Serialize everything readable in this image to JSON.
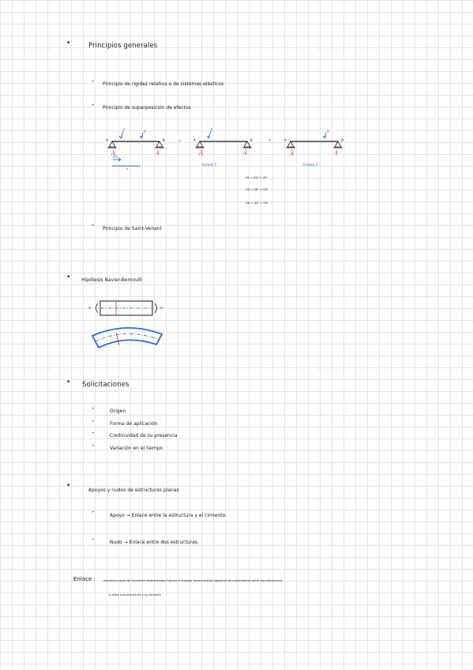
{
  "sections": {
    "principios": {
      "title": "Principios generales",
      "items": [
        "Principio de rigidez relativa o de sistemas elásticos",
        "Principio de superposición de efectos",
        "Principio de Saint-Venant"
      ]
    },
    "hipotesis": {
      "title": "Hipótesis Navier-Bernoulli"
    },
    "solicitaciones": {
      "title": "Solicitaciones",
      "items": [
        "Origen",
        "Forma de aplicación",
        "Continuidad de su presencia",
        "Variación en el tiempo"
      ]
    },
    "apoyos": {
      "title": "Apoyos y nudos de estructuras planas",
      "items": [
        "Apoyo → Enlace entre la estructura y el cimiento.",
        "Nudo → Enlace entre dos estructuras."
      ]
    }
  },
  "diagram": {
    "labels": {
      "a": "A",
      "b": "B",
      "p": "P",
      "r": "R",
      "plus": "+",
      "equals": "=",
      "ra": "↑A",
      "rb": "↑B",
      "ha": "HA",
      "va": "VA",
      "x": "x",
      "estado1": "Estado 1",
      "estado2": "Estado 2",
      "m": "M"
    },
    "equations": [
      "VA = VA¹ + VA²",
      "VB = VB¹ + VB²",
      "HA = HA¹ + HA²"
    ]
  },
  "enlace": {
    "label": "Enlace :",
    "text1": "elemento capaz de transmitir determinadas fuerzas e imponer determinadas ligaduras de movimientos entre dos estructuras",
    "text2": "o entre una estructura y su cimiento."
  },
  "colors": {
    "blue": "#2e6bd1",
    "red": "#d93b3b",
    "ink": "#1a1a1a"
  }
}
